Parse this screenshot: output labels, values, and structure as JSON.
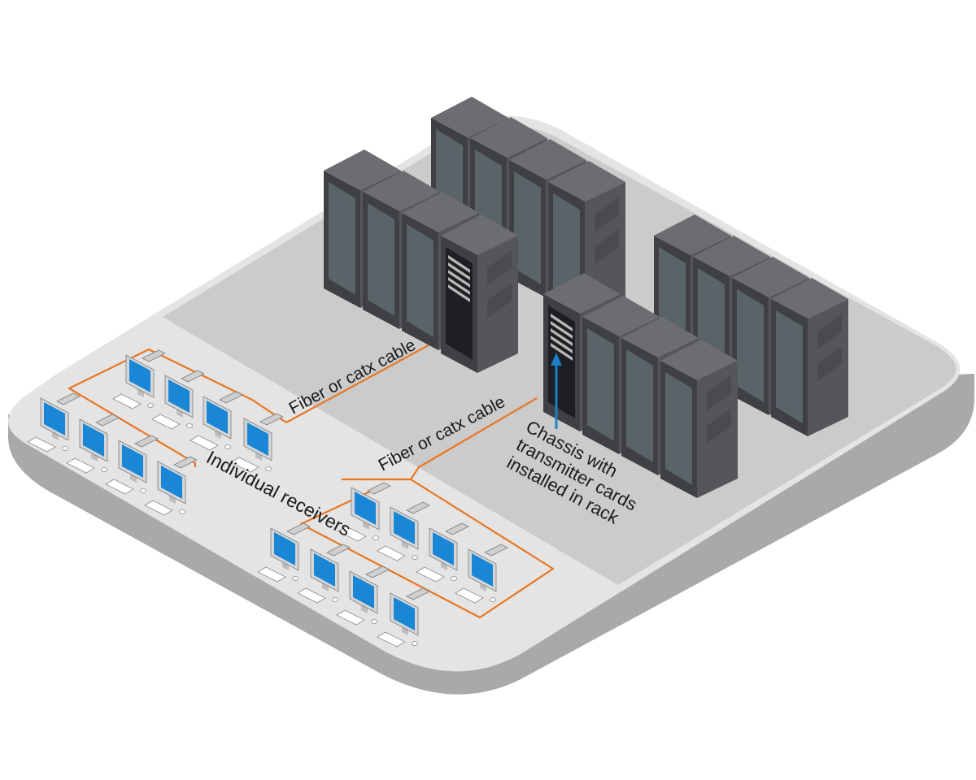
{
  "diagram": {
    "labels": {
      "cable_upper": "Fiber or catx cable",
      "cable_lower": "Fiber or catx cable",
      "receivers": "Individual receivers",
      "chassis_lines": [
        "Chassis with",
        "transmitter cards",
        "installed in rack"
      ]
    },
    "colors": {
      "cable": "#e87722",
      "pointer_arrow": "#1f7fc4",
      "screen": "#1a86d6",
      "rack_front": "#3f4044",
      "rack_side": "#55565a",
      "rack_top": "#6c6d71",
      "floor_light": "#e3e3e3",
      "floor_mid": "#cbcbcb",
      "floor_edge": "#a9a9a9"
    },
    "counts": {
      "workstations": 16,
      "server_racks": 16
    }
  }
}
